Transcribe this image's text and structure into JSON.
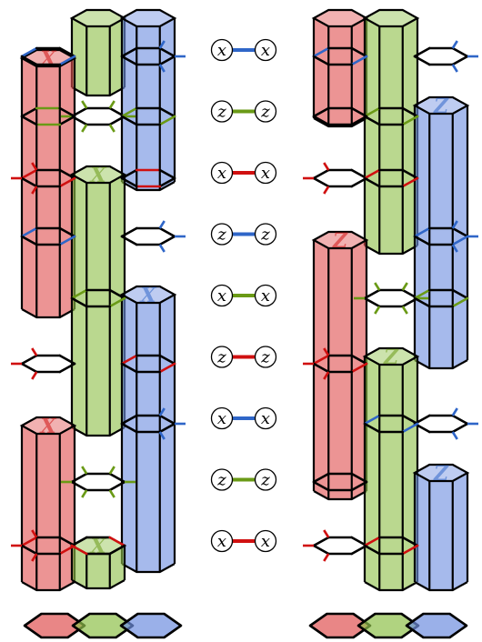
{
  "colors": {
    "red": "#d01010",
    "green": "#6a9a16",
    "blue": "#2f66c8",
    "red_fill": "#e05252",
    "green_fill": "#8fc04a",
    "blue_fill": "#6f8fe0",
    "outline": "#000000"
  },
  "legend_rows": [
    {
      "left": "x",
      "right": "x",
      "color": "blue"
    },
    {
      "left": "z",
      "right": "z",
      "color": "green"
    },
    {
      "left": "x",
      "right": "x",
      "color": "red"
    },
    {
      "left": "z",
      "right": "z",
      "color": "blue"
    },
    {
      "left": "x",
      "right": "x",
      "color": "green"
    },
    {
      "left": "z",
      "right": "z",
      "color": "red"
    },
    {
      "left": "x",
      "right": "x",
      "color": "blue"
    },
    {
      "left": "z",
      "right": "z",
      "color": "green"
    },
    {
      "left": "x",
      "right": "x",
      "color": "red"
    }
  ],
  "left_column": {
    "pillars": [
      {
        "color": "red",
        "top_mark": "X",
        "mark_color": "red",
        "segments": 1
      },
      {
        "color": "green",
        "top_mark": "X",
        "mark_color": "green",
        "segments": 1
      },
      {
        "color": "blue",
        "top_mark": "X",
        "mark_color": "blue",
        "segments": 1
      }
    ],
    "hex_marks": [
      "X",
      "X",
      "X"
    ]
  },
  "right_column": {
    "hex_marks": [
      "Z",
      "Z",
      "Z"
    ]
  },
  "base_tiles": [
    "red",
    "green",
    "blue"
  ]
}
